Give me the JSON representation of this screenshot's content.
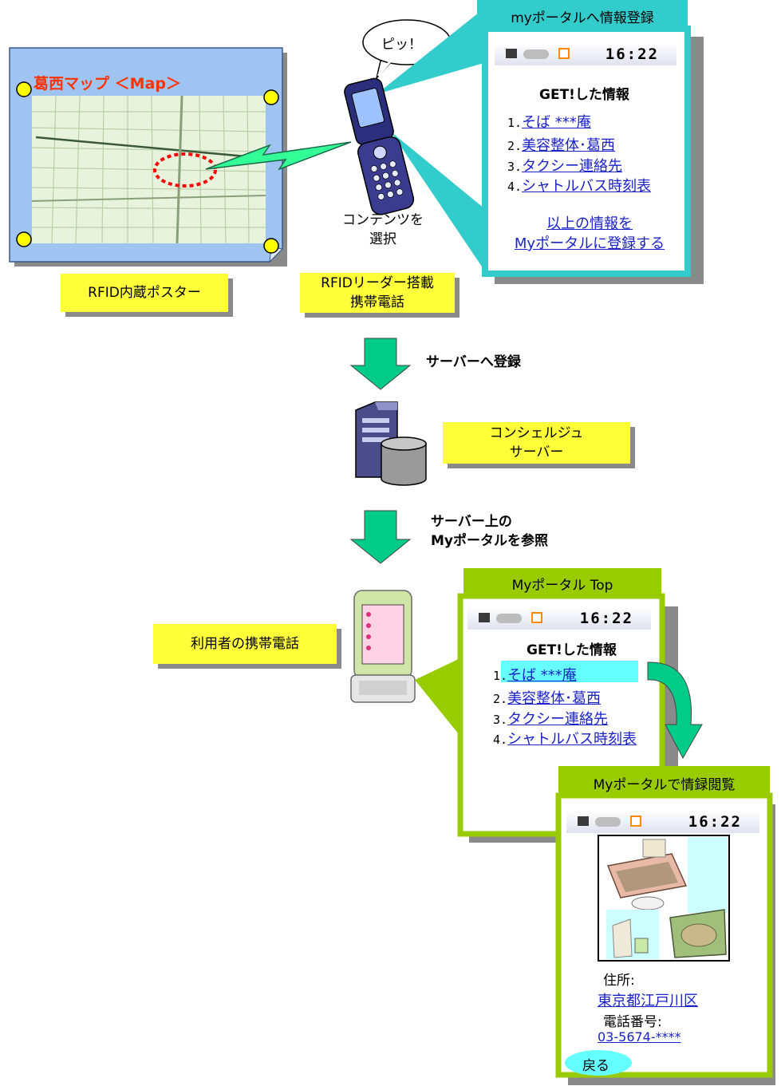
{
  "poster": {
    "title": "葛西マップ ＜Map＞",
    "label": "RFID内蔵ポスター"
  },
  "phone_reader": {
    "beep": "ピッ！",
    "select_caption": "コンテンツを\n選択",
    "label": "RFIDリーダー搭載\n携帯電話"
  },
  "register_screen": {
    "tab": "myポータルへ情報登録",
    "time": "16:22",
    "heading": "GET!した情報",
    "items": [
      {
        "num": "1.",
        "text": "そば ***庵"
      },
      {
        "num": "2.",
        "text": "美容整体･葛西"
      },
      {
        "num": "3.",
        "text": "タクシー連絡先"
      },
      {
        "num": "4.",
        "text": "シャトルバス時刻表"
      }
    ],
    "register_link": "以上の情報を\nMyポータルに登録する"
  },
  "flow": {
    "step1": "サーバーへ登録",
    "step2": "サーバー上の\nMyポータルを参照"
  },
  "server": {
    "label": "コンシェルジュ\nサーバー"
  },
  "user_phone": {
    "label": "利用者の携帯電話"
  },
  "portal_top": {
    "tab": "Myポータル Top",
    "time": "16:22",
    "heading": "GET!した情報",
    "items": [
      {
        "num": "1.",
        "text": "そば ***庵"
      },
      {
        "num": "2.",
        "text": "美容整体･葛西"
      },
      {
        "num": "3.",
        "text": "タクシー連絡先"
      },
      {
        "num": "4.",
        "text": "シャトルバス時刻表"
      }
    ]
  },
  "portal_detail": {
    "tab": "Myポータルで情録閲覧",
    "time": "16:22",
    "address_label": "住所:",
    "address_value": "東京都江戸川区",
    "phone_label": "電話番号:",
    "phone_value": "03-5674-****",
    "back_button": "戻る"
  },
  "colors": {
    "teal": "#33cccc",
    "lime": "#99cc00",
    "arrow_green": "#00cc88",
    "label_yellow": "#ffff3a",
    "link_blue": "#1a22c8",
    "map_title_red": "#ff3300"
  }
}
